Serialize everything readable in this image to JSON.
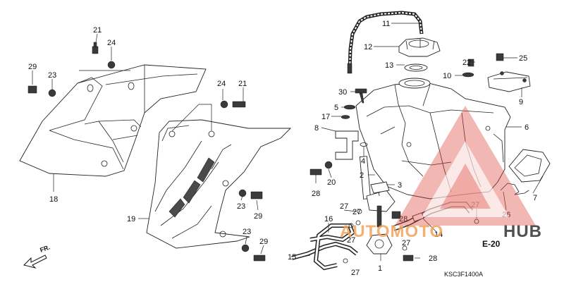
{
  "diagram_code": "KSC3F1400A",
  "section_ref": "E-20",
  "direction_label": "FR.",
  "watermark": {
    "part1": "AUTOMOTO",
    "part2": "HUB",
    "color_orange": "#f0a35a",
    "color_dark": "#333333",
    "color_red": "#e0443a"
  },
  "labels": {
    "l11": "11",
    "l12": "12",
    "l13": "13",
    "l22": "22",
    "l25": "25",
    "l10": "10",
    "l9": "9",
    "l30": "30",
    "l5": "5",
    "l17": "17",
    "l8": "8",
    "l4": "4",
    "l6": "6",
    "l2": "2",
    "l3": "3",
    "l7": "7",
    "l26": "26",
    "l28a": "28",
    "l20": "20",
    "l27a": "27",
    "l27b": "27",
    "l28b": "28",
    "l14": "14",
    "l27c": "27",
    "l16": "16",
    "l27d": "27",
    "l15": "15",
    "l27e": "27",
    "l1": "1",
    "l27f": "27",
    "l28c": "28",
    "l21a": "21",
    "l24a": "24",
    "l29a": "29",
    "l23a": "23",
    "l18": "18",
    "l24b": "24",
    "l21b": "21",
    "l23b": "23",
    "l29b": "29",
    "l19": "19",
    "l23c": "23",
    "l29c": "29"
  }
}
